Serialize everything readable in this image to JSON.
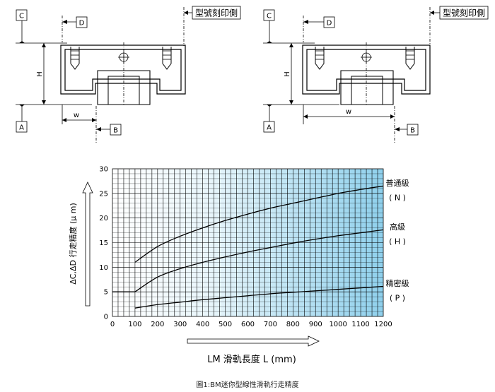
{
  "drawings": [
    {
      "datum_labels": [
        "C",
        "D",
        "A",
        "B"
      ],
      "note": "型號刻印側",
      "dim_h": "H",
      "dim_w": "w"
    },
    {
      "datum_labels": [
        "C",
        "D",
        "A",
        "B"
      ],
      "note": "型號刻印側",
      "dim_h": "H",
      "dim_w": "w"
    }
  ],
  "caption": "圖1:BM迷你型線性滑軌行走精度",
  "chart_data": {
    "type": "line",
    "title": "",
    "xlabel": "LM 滑軌長度  L (mm)",
    "ylabel": "ΔC,ΔD  行走精度 (μ m)",
    "xlim": [
      0,
      1200
    ],
    "ylim": [
      0,
      30
    ],
    "xticks": [
      0,
      100,
      200,
      300,
      400,
      500,
      600,
      700,
      800,
      900,
      1000,
      1100,
      1200
    ],
    "yticks": [
      0,
      5,
      10,
      15,
      20,
      25,
      30
    ],
    "grid": true,
    "series": [
      {
        "name": "普通級",
        "grade": "( N )",
        "x": [
          100,
          200,
          300,
          400,
          500,
          600,
          700,
          800,
          900,
          1000,
          1100,
          1200
        ],
        "y": [
          11,
          14.2,
          16.3,
          18.0,
          19.5,
          20.8,
          22.0,
          23.0,
          24.0,
          25.0,
          25.8,
          26.5
        ]
      },
      {
        "name": "高級",
        "grade": "( H )",
        "x": [
          100,
          200,
          300,
          400,
          500,
          600,
          700,
          800,
          900,
          1000,
          1100,
          1200
        ],
        "y": [
          5,
          8.0,
          9.7,
          11.0,
          12.1,
          13.1,
          14.0,
          14.9,
          15.7,
          16.4,
          17.0,
          17.6
        ]
      },
      {
        "name": "精密級",
        "grade": "( P )",
        "x": [
          100,
          200,
          300,
          400,
          500,
          600,
          700,
          800,
          900,
          1000,
          1100,
          1200
        ],
        "y": [
          1.7,
          2.4,
          2.9,
          3.4,
          3.8,
          4.2,
          4.6,
          4.9,
          5.2,
          5.5,
          5.8,
          6.1
        ]
      }
    ],
    "reference_line": {
      "y": 5,
      "x": [
        0,
        100
      ]
    }
  }
}
